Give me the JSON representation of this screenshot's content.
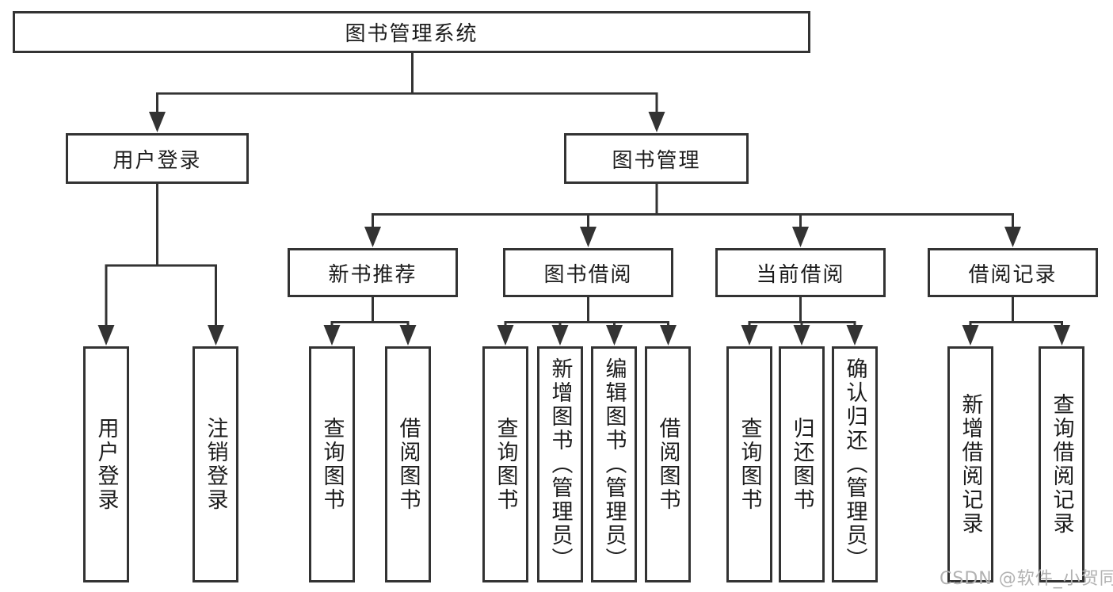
{
  "diagram": {
    "colors": {
      "line": "#333333",
      "box_border": "#333333",
      "box_fill": "#ffffff",
      "text": "#1c1c1c",
      "background": "#ffffff",
      "watermark": "#b2b2b2"
    },
    "root": "图书管理系统",
    "level2": [
      "用户登录",
      "图书管理"
    ],
    "level3": [
      "新书推荐",
      "图书借阅",
      "当前借阅",
      "借阅记录"
    ],
    "leaves": [
      "用户登录",
      "注销登录",
      "查询图书",
      "借阅图书",
      "查询图书",
      "新增图书（管理员）",
      "编辑图书（管理员）",
      "借阅图书",
      "查询图书",
      "归还图书",
      "确认归还（管理员）",
      "新增借阅记录",
      "查询借阅记录"
    ],
    "watermark": "CSDN @软件_小贺同学"
  }
}
